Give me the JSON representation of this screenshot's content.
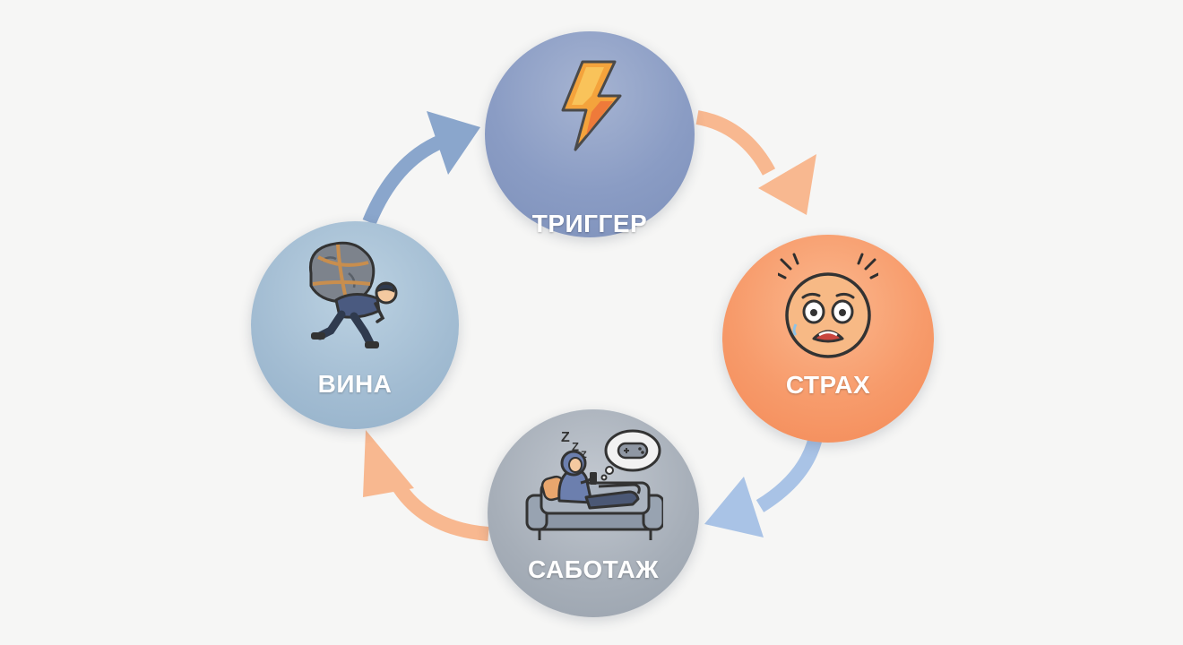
{
  "diagram": {
    "nodes": {
      "trigger": {
        "label": "ТРИГГЕР",
        "icon": "lightning-bolt-icon",
        "color": "#8a9cc4"
      },
      "fear": {
        "label": "СТРАХ",
        "icon": "scared-face-icon",
        "color": "#f79b6b"
      },
      "sabotage": {
        "label": "САБОТАЖ",
        "icon": "person-on-couch-icon",
        "color": "#a6aeb8"
      },
      "guilt": {
        "label": "ВИНА",
        "icon": "person-carrying-boulder-icon",
        "color": "#a2bcd2"
      }
    },
    "arrows": [
      {
        "from": "trigger",
        "to": "fear",
        "color": "#f8b890"
      },
      {
        "from": "fear",
        "to": "sabotage",
        "color": "#a9c3e6"
      },
      {
        "from": "sabotage",
        "to": "guilt",
        "color": "#f8b890"
      },
      {
        "from": "guilt",
        "to": "trigger",
        "color": "#8aa6cc"
      }
    ]
  }
}
